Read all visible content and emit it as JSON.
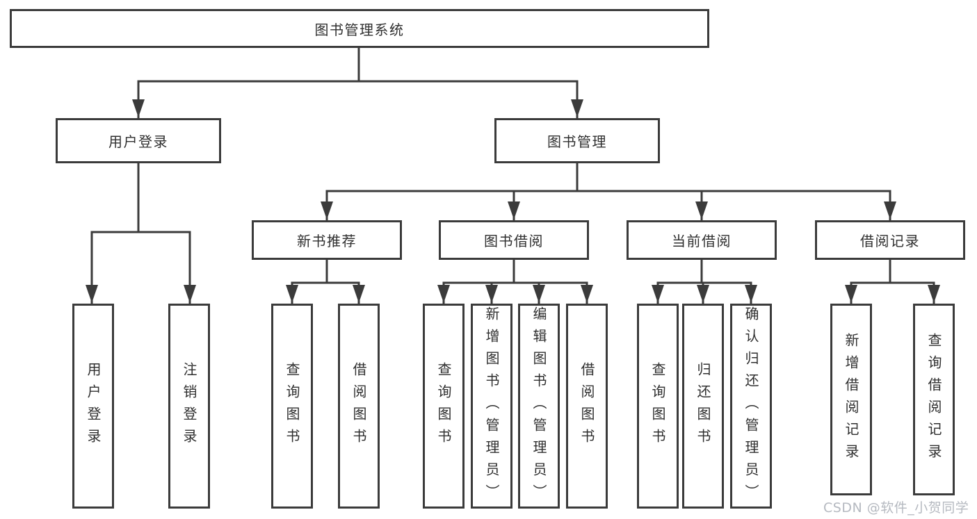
{
  "colors": {
    "line": "#3b3b3b",
    "text": "#2f2f2f",
    "background": "#ffffff",
    "watermark": "#b5b9c0"
  },
  "tree": {
    "root": "图书管理系统",
    "branches": [
      {
        "label": "用户登录",
        "leaves": [
          "用户登录",
          "注销登录"
        ]
      },
      {
        "label": "图书管理",
        "children": [
          {
            "label": "新书推荐",
            "leaves": [
              "查询图书",
              "借阅图书"
            ]
          },
          {
            "label": "图书借阅",
            "leaves": [
              "查询图书",
              "新增图书（管理员）",
              "编辑图书（管理员）",
              "借阅图书"
            ]
          },
          {
            "label": "当前借阅",
            "leaves": [
              "查询图书",
              "归还图书",
              "确认归还（管理员）"
            ]
          },
          {
            "label": "借阅记录",
            "leaves": [
              "新增借阅记录",
              "查询借阅记录"
            ]
          }
        ]
      }
    ]
  },
  "watermark": "CSDN @软件_小贺同学"
}
